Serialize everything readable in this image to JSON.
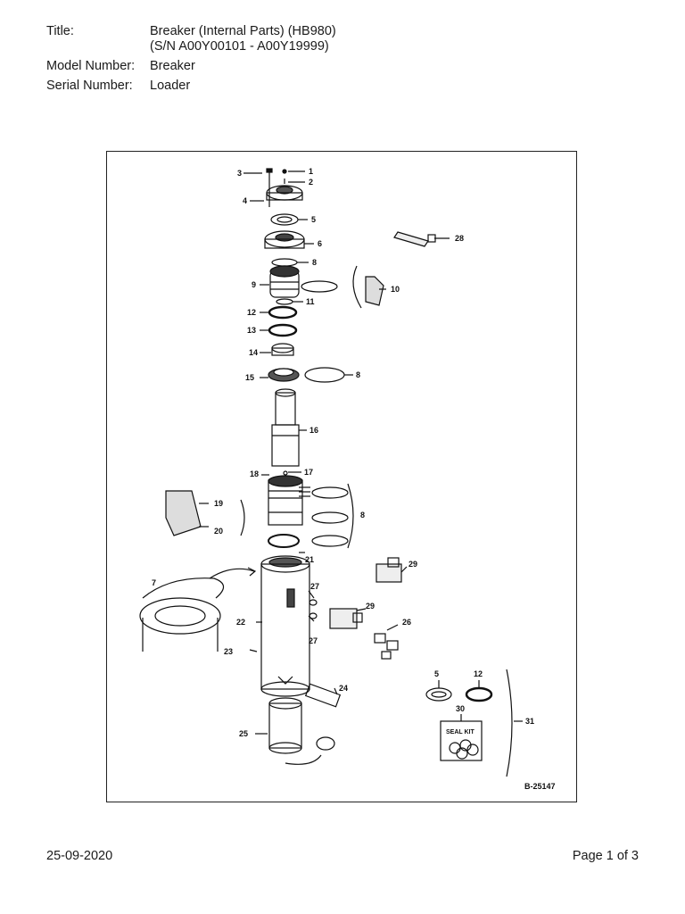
{
  "header": {
    "title_label": "Title:",
    "title_line1": "Breaker (Internal Parts) (HB980)",
    "title_line2": "(S/N A00Y00101 - A00Y19999)",
    "model_label": "Model Number:",
    "model_value": "Breaker",
    "serial_label": "Serial Number:",
    "serial_value": "Loader"
  },
  "diagram": {
    "drawing_number": "B-25147",
    "seal_kit_label": "SEAL KIT",
    "callouts": [
      "1",
      "2",
      "3",
      "4",
      "5",
      "6",
      "8",
      "9",
      "10",
      "11",
      "12",
      "13",
      "14",
      "15",
      "8",
      "16",
      "17",
      "18",
      "19",
      "20",
      "8",
      "21",
      "7",
      "22",
      "23",
      "27",
      "29",
      "27",
      "29",
      "26",
      "24",
      "25",
      "28",
      "5",
      "12",
      "30",
      "31"
    ]
  },
  "footer": {
    "date": "25-09-2020",
    "page": "Page 1 of 3"
  }
}
